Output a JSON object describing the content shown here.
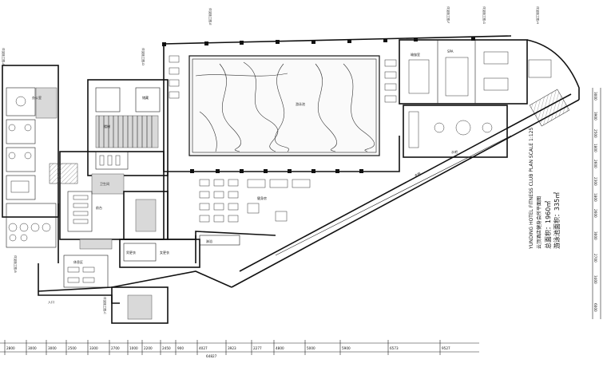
{
  "plan": {
    "title_lines": [
      "云顶酒店健身会所平面图",
      "总面积：1960㎡",
      "游泳池面积：335㎡"
    ],
    "title_english": "YUNDING HOTEL FITNESS CLUB PLAN  SCALE 1:125",
    "room_labels": {
      "pool": "游泳池",
      "gym": "健身房",
      "lounge": "休息区",
      "yoga": "瑜伽室",
      "spa": "SPA",
      "reception": "前台",
      "locker_m": "男更衣",
      "locker_f": "女更衣",
      "stair": "楼梯",
      "corridor": "走廊",
      "office": "办公室",
      "bar": "水吧",
      "storage": "储藏",
      "toilet": "卫生间",
      "entrance": "入口",
      "shower": "淋浴"
    },
    "callouts": [
      "详见施工图-A",
      "详见施工图-B",
      "详见施工图-C",
      "详见施工图-D",
      "详见施工图-E",
      "详见施工图-F",
      "详见施工图-G",
      "详见施工图-H"
    ],
    "bottom_dims": [
      "2800",
      "3000",
      "3000",
      "2500",
      "3300",
      "2700",
      "1000",
      "2200",
      "2450",
      "900",
      "4027",
      "3923",
      "2277",
      "4800",
      "5000",
      "5900",
      "6573",
      "9527"
    ],
    "bottom_total": "64827",
    "right_dims": [
      "3000",
      "3900",
      "2500",
      "1800",
      "2600",
      "2300",
      "1800",
      "2600",
      "3000",
      "2700",
      "3400",
      "6000"
    ]
  }
}
